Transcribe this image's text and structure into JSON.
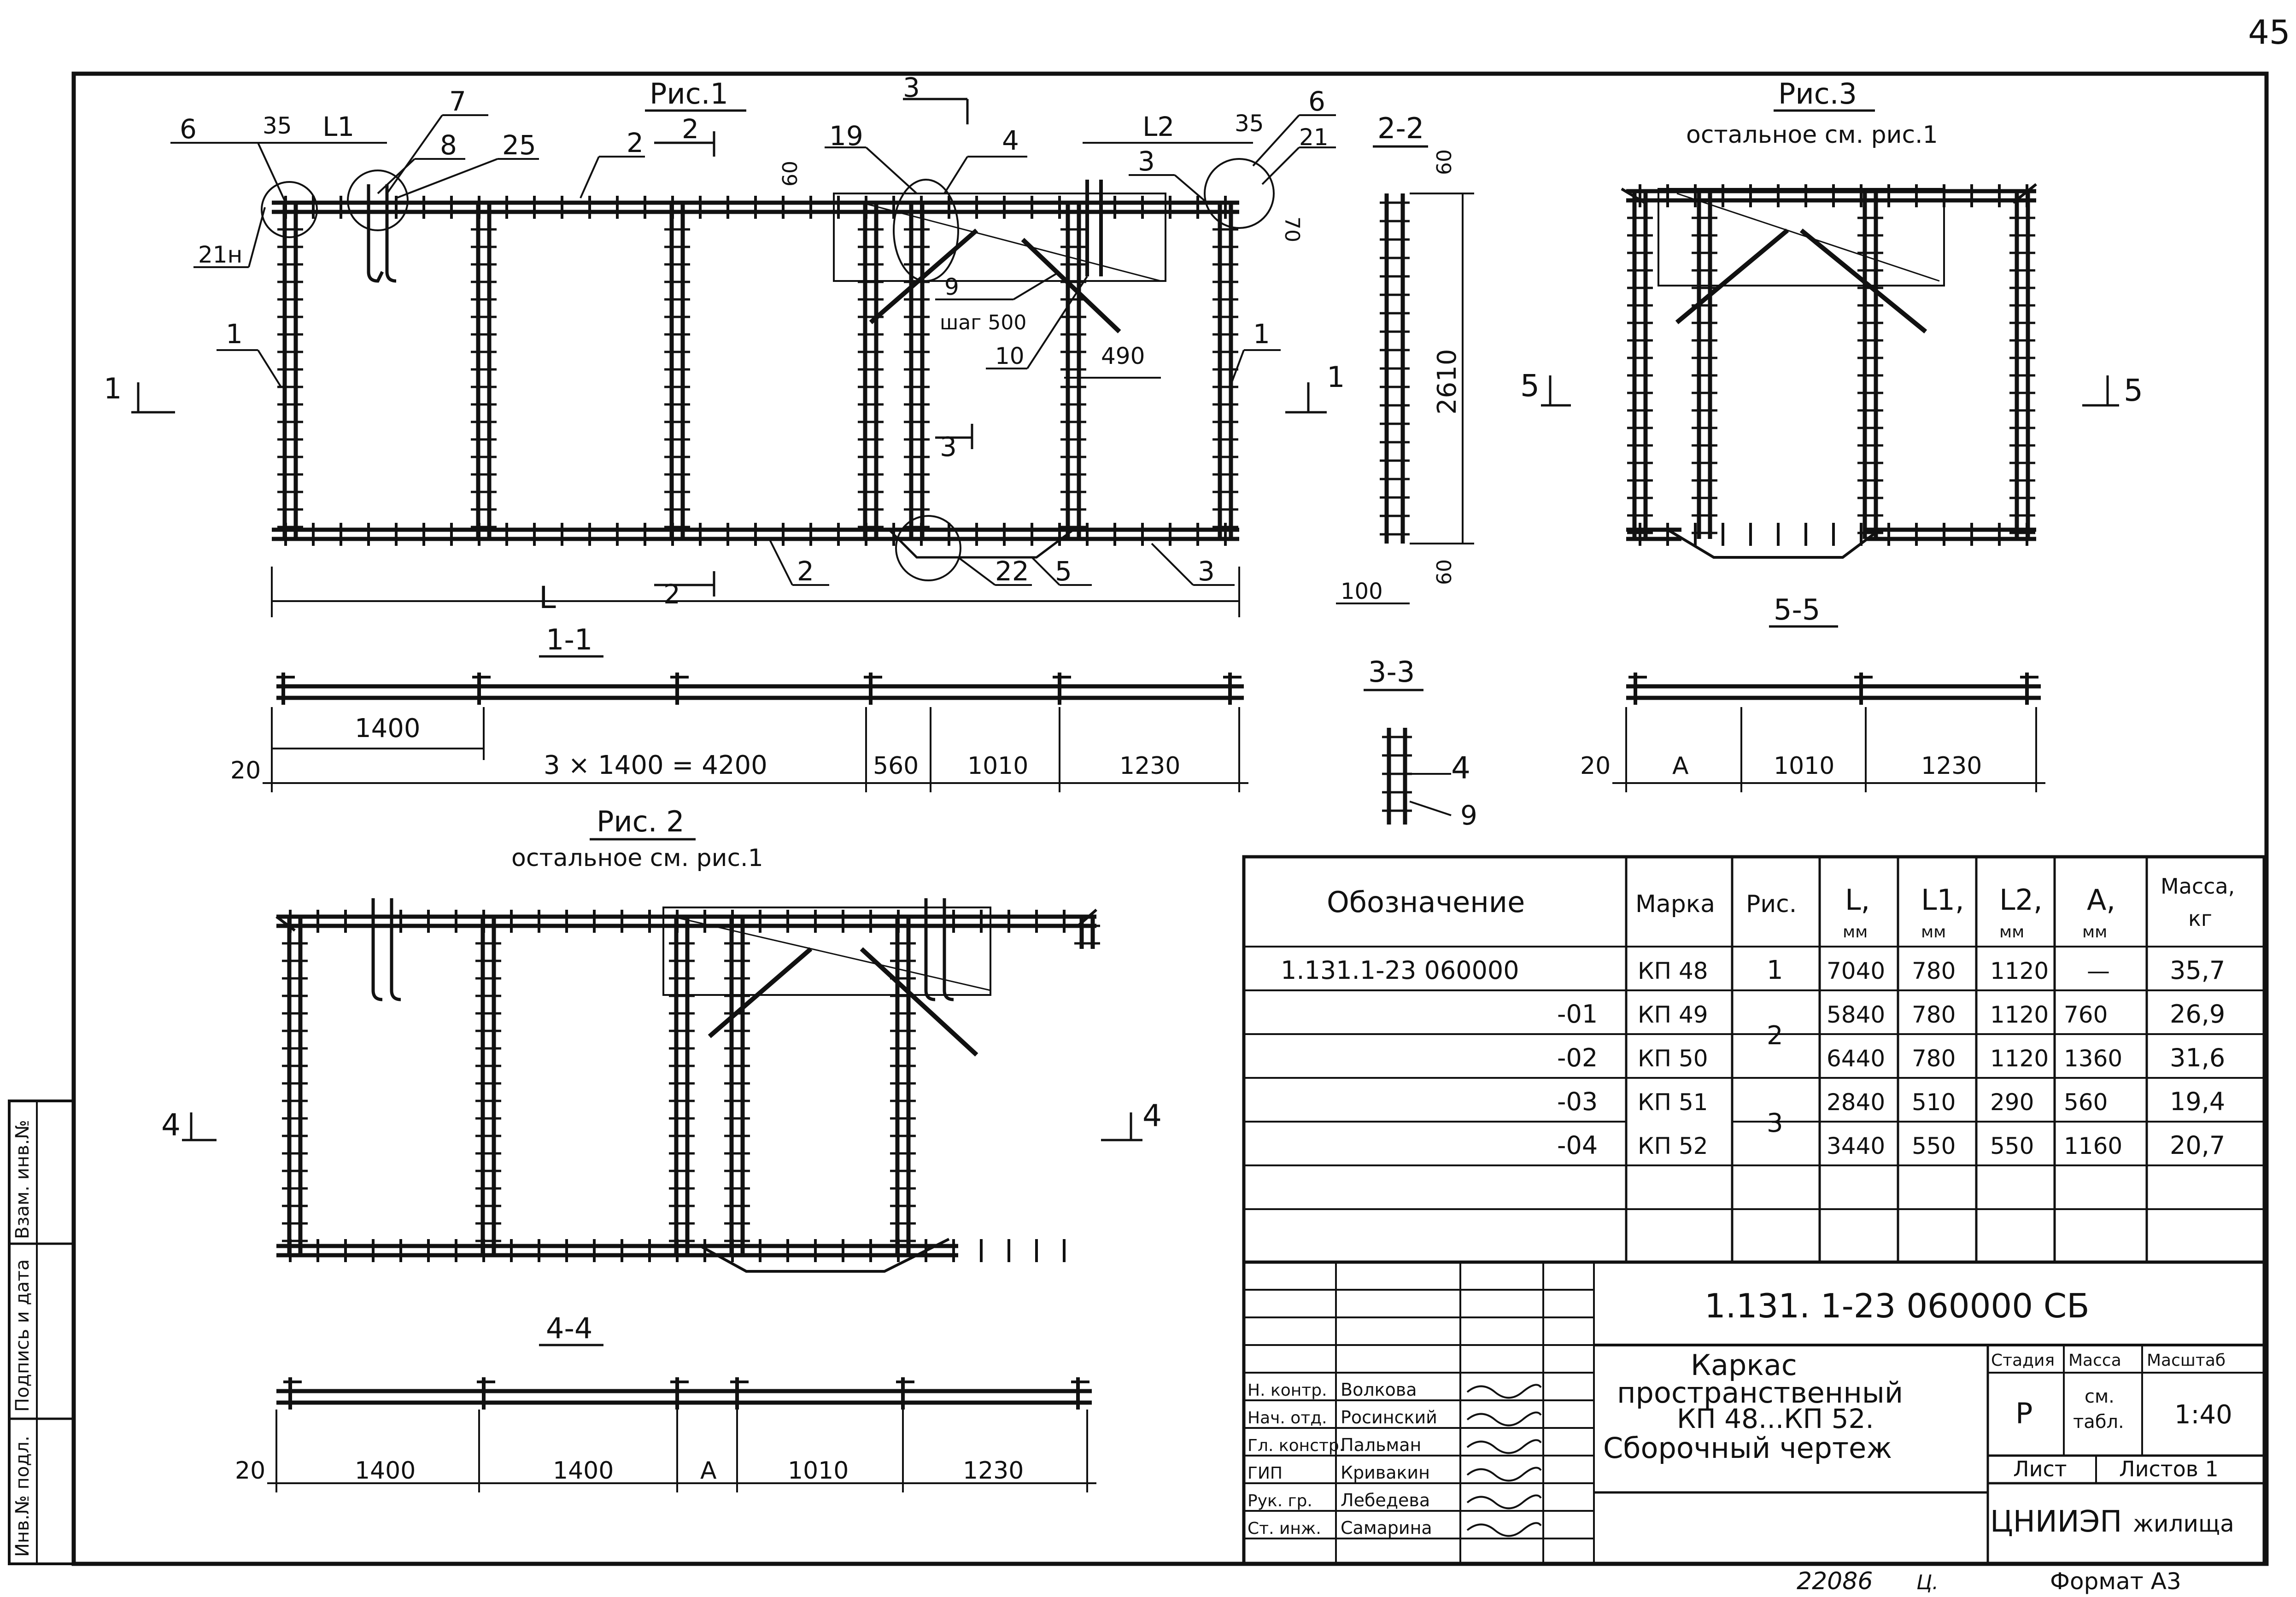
{
  "sheet": {
    "page_number": "45",
    "bottom_number": "22086",
    "bottom_mark": "Ц.",
    "format": "Формат А3"
  },
  "side": {
    "inv_podl": "Инв.№ подл.",
    "podpis": "Подпись и дата",
    "vzam": "Взам. инв.№"
  },
  "fig1": {
    "title": "Рис.1",
    "pos": [
      "1",
      "2",
      "3",
      "4",
      "5",
      "6",
      "7",
      "8",
      "9",
      "10",
      "19",
      "21",
      "21н",
      "22",
      "25"
    ],
    "dims": {
      "d35": "35",
      "L1": "L1",
      "L2": "L2",
      "d60": "60",
      "d70": "70",
      "d490": "490",
      "L": "L"
    },
    "step": "шаг 500",
    "sec1": "1",
    "sec2": "2",
    "sec3": "3"
  },
  "sec_2_2": {
    "title": "2-2",
    "d60a": "60",
    "d2610": "2610",
    "d60b": "60",
    "d100": "100"
  },
  "sec_3_3": {
    "title": "3-3",
    "p4": "4",
    "p9": "9"
  },
  "sec_1_1": {
    "title": "1-1",
    "d20": "20",
    "d1400": "1400",
    "d4200": "3 × 1400 = 4200",
    "d560": "560",
    "d1010": "1010",
    "d1230": "1230"
  },
  "fig2": {
    "title": "Рис. 2",
    "note": "остальное см. рис.1",
    "sec4": "4"
  },
  "sec_4_4": {
    "title": "4-4",
    "d20": "20",
    "d1400a": "1400",
    "d1400b": "1400",
    "dA": "А",
    "d1010": "1010",
    "d1230": "1230"
  },
  "fig3": {
    "title": "Рис.3",
    "note": "остальное см. рис.1",
    "sec5": "5"
  },
  "sec_5_5": {
    "title": "5-5",
    "d20": "20",
    "dA": "А",
    "d1010": "1010",
    "d1230": "1230"
  },
  "spec": {
    "headers": {
      "designation": "Обозначение",
      "mark": "Марка",
      "fig": "Рис.",
      "L": "L,",
      "L1": "L1,",
      "L2": "L2,",
      "A": "А,",
      "unit": "мм",
      "mass": "Масса,",
      "mass_unit": "кг"
    },
    "rows": [
      {
        "designation": "1.131.1-23  060000",
        "mark": "КП 48",
        "fig": "1",
        "L": "7040",
        "L1": "780",
        "L2": "1120",
        "A": "—",
        "mass": "35,7"
      },
      {
        "designation": "-01",
        "mark": "КП 49",
        "fig": "2",
        "L": "5840",
        "L1": "780",
        "L2": "1120",
        "A": "760",
        "mass": "26,9"
      },
      {
        "designation": "-02",
        "mark": "КП 50",
        "fig": "",
        "L": "6440",
        "L1": "780",
        "L2": "1120",
        "A": "1360",
        "mass": "31,6"
      },
      {
        "designation": "-03",
        "mark": "КП 51",
        "fig": "3",
        "L": "2840",
        "L1": "510",
        "L2": "290",
        "A": "560",
        "mass": "19,4"
      },
      {
        "designation": "-04",
        "mark": "КП 52",
        "fig": "",
        "L": "3440",
        "L1": "550",
        "L2": "550",
        "A": "1160",
        "mass": "20,7"
      }
    ]
  },
  "stamp": {
    "code": "1.131. 1-23    060000 СБ",
    "title_l1": "Каркас",
    "title_l2": "пространственный",
    "title_l3": "КП 48...КП 52.",
    "title_l4": "Сборочный чертеж",
    "stage_h": "Стадия",
    "mass_h": "Масса",
    "scale_h": "Масштаб",
    "stage": "Р",
    "mass_l1": "см.",
    "mass_l2": "табл.",
    "scale": "1:40",
    "sheet_h": "Лист",
    "sheets_h": "Листов 1",
    "org_l1": "ЦНИИЭП",
    "org_l2": "жилища",
    "people": [
      {
        "role": "Н. контр.",
        "name": "Волкова"
      },
      {
        "role": "Нач. отд.",
        "name": "Росинский"
      },
      {
        "role": "Гл. констр.",
        "name": "Пальман"
      },
      {
        "role": "ГИП",
        "name": "Кривакин"
      },
      {
        "role": "Рук. гр.",
        "name": "Лебедева"
      },
      {
        "role": "Ст. инж.",
        "name": "Самарина"
      }
    ]
  }
}
